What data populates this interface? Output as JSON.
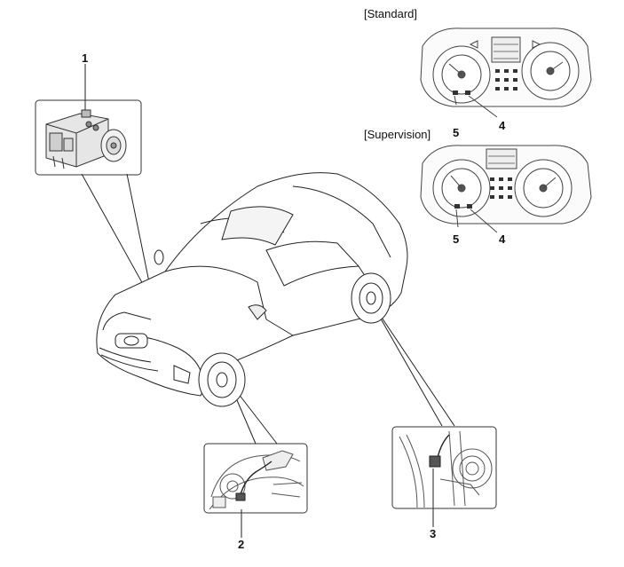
{
  "labels": {
    "standard": "[Standard]",
    "supervision": "[Supervision]"
  },
  "callouts": {
    "n1": "1",
    "n2": "2",
    "n3": "3",
    "n4_standard": "4",
    "n5_standard": "5",
    "n4_supervision": "4",
    "n5_supervision": "5"
  },
  "colors": {
    "line": "#222222",
    "detail": "#555555",
    "box_border": "#333333"
  }
}
